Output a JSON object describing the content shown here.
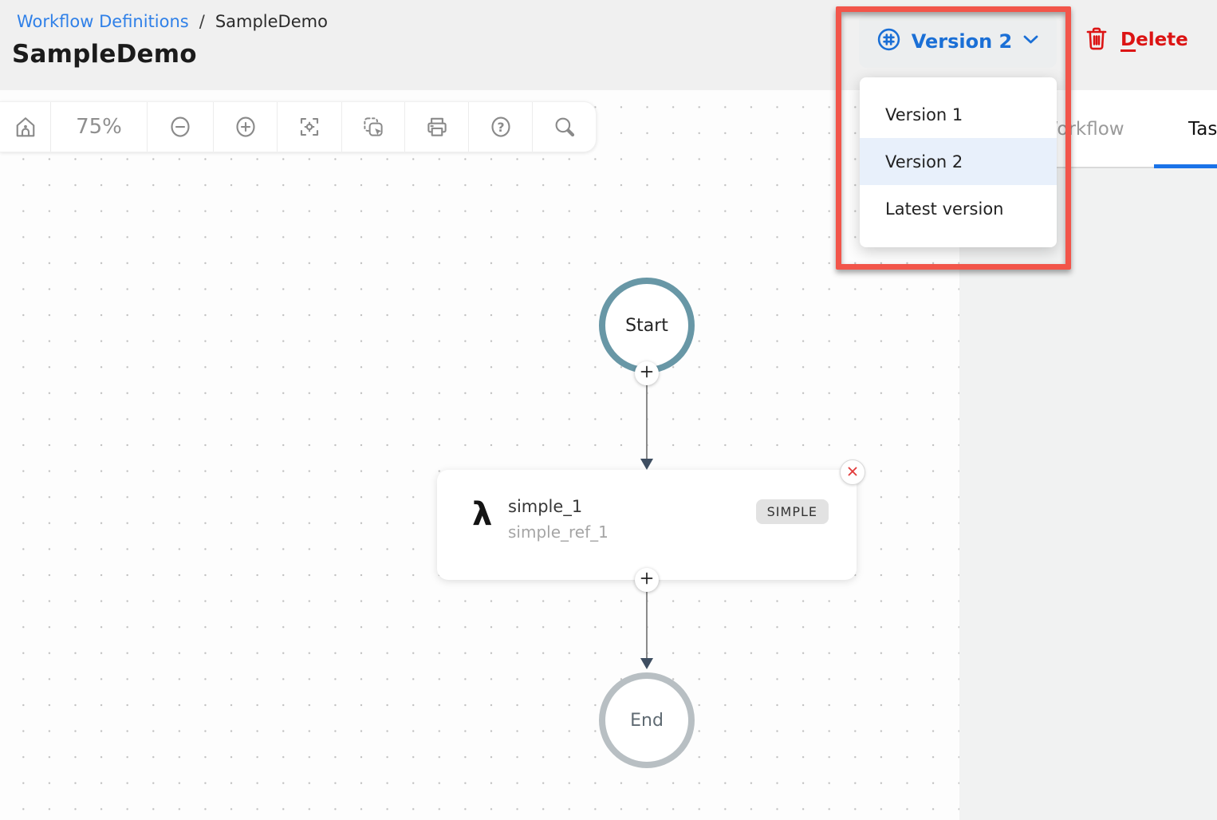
{
  "breadcrumb": {
    "parent": "Workflow Definitions",
    "separator": "/",
    "current": "SampleDemo"
  },
  "page_title": "SampleDemo",
  "version_selector": {
    "selected_label": "Version 2",
    "icon": "hash-circle-icon",
    "chevron": "chevron-down-icon"
  },
  "version_dropdown": {
    "options": [
      "Version 1",
      "Version 2",
      "Latest version"
    ],
    "highlighted_option": "Version 2"
  },
  "delete_button": {
    "label": "Delete",
    "icon": "trash-icon"
  },
  "toolbar": {
    "zoom_level": "75%",
    "buttons": [
      "home-icon",
      "zoom-level",
      "zoom-out-icon",
      "zoom-in-icon",
      "fit-screen-icon",
      "select-area-icon",
      "print-icon",
      "help-icon",
      "search-icon"
    ]
  },
  "tabs": [
    {
      "label": "Workflow",
      "active": false
    },
    {
      "label": "Tasks",
      "active": true
    }
  ],
  "diagram": {
    "start_node": "Start",
    "end_node": "End",
    "task_node": {
      "name": "simple_1",
      "reference": "simple_ref_1",
      "type": "SIMPLE",
      "icon": "lambda-icon"
    }
  },
  "colors": {
    "link_blue": "#2f80e8",
    "accent_blue": "#1a6fd6",
    "tab_underline_blue": "#1a73e8",
    "delete_red": "#dc1414",
    "annotation_red": "#f2554a",
    "start_node_border": "#6897a6",
    "end_node_border": "#b8bfc3",
    "arrow_navy": "#3e4e61",
    "dropdown_highlight": "#e8f0fb"
  }
}
